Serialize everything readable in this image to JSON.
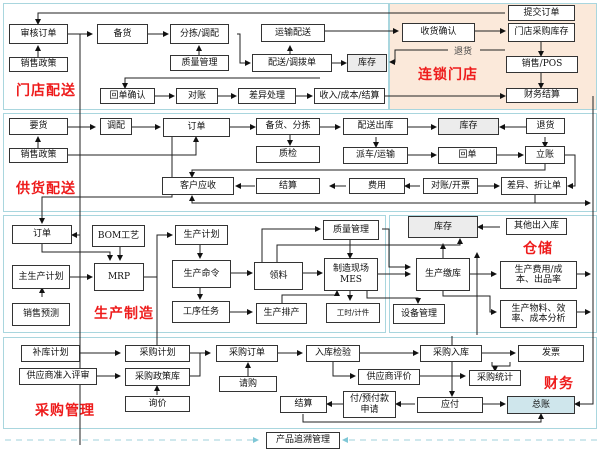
{
  "sections": {
    "store_delivery": "门店配送",
    "chain_store": "连锁门店",
    "supply_delivery": "供货配送",
    "production": "生产制造",
    "warehouse": "仓储",
    "purchasing": "采购管理",
    "finance": "财务"
  },
  "store_delivery": {
    "review_order": "审核订单",
    "sales_policy": "销售政策",
    "stock_up": "备货",
    "sort_allocate": "分拣/调配",
    "quality_mgmt": "质量管理",
    "transport": "运输配送",
    "dispatch_note": "配送/调拨单",
    "inventory": "库存",
    "receipt_confirm": "回单确认",
    "reconcile": "对账",
    "variance": "差异处理",
    "income_cost": "收入/成本/结算"
  },
  "chain_store": {
    "submit_order": "提交订单",
    "receive_confirm": "收货确认",
    "store_purchase_stock": "门店采购库存",
    "return_label": "退货",
    "sales_pos": "销售/POS",
    "finance_settle": "财务结算"
  },
  "supply_delivery": {
    "request": "要货",
    "sales_policy": "销售政策",
    "allocate": "调配",
    "order": "订单",
    "stock_sort": "备货、分拣",
    "inspection": "质检",
    "ship_out": "配送出库",
    "dispatch": "派车/运输",
    "inventory": "库存",
    "return": "退货",
    "receipt": "回单",
    "account": "立账",
    "receivable": "客户应收",
    "settle": "结算",
    "expense": "费用",
    "invoice": "对账/开票",
    "discount": "差异、折让单"
  },
  "production": {
    "order": "订单",
    "bom": "BOM工艺",
    "mps": "主生产计划",
    "mrp": "MRP",
    "forecast": "销售预测",
    "plan": "生产计划",
    "command": "生产命令",
    "process_task": "工序任务",
    "material": "领料",
    "schedule": "生产排产",
    "quality": "质量管理",
    "mes": "制造现场\nMES",
    "work_hours": "工时/计件",
    "equipment": "设备管理"
  },
  "warehouse": {
    "inventory": "库存",
    "other_io": "其他出入库",
    "prod_receipt": "生产缴库",
    "cost_yield": "生产费用/成\n本、出品率",
    "material_analysis": "生产物料、效\n率、成本分析"
  },
  "purchasing": {
    "replenish_plan": "补库计划",
    "supplier_review": "供应商准入评审",
    "purchase_plan": "采购计划",
    "policy_lib": "采购政策库",
    "inquiry": "询价",
    "purchase_order": "采购订单",
    "requisition": "请购",
    "receiving_check": "入库检验",
    "supplier_eval": "供应商评价",
    "purchase_receipt": "采购入库",
    "purchase_stats": "采购统计",
    "invoice": "发票",
    "settle": "结算",
    "payment_request": "付/预付款\n申请",
    "payable": "应付",
    "ledger": "总账"
  },
  "footer": {
    "traceability": "产品追溯管理"
  },
  "colors": {
    "section_label": "#ee1c1c",
    "panel_border": "#a9d6de",
    "store_bg": "#fbe9da",
    "ledger_bg": "#cfe6ec",
    "inventory_bg": "#ececec"
  }
}
